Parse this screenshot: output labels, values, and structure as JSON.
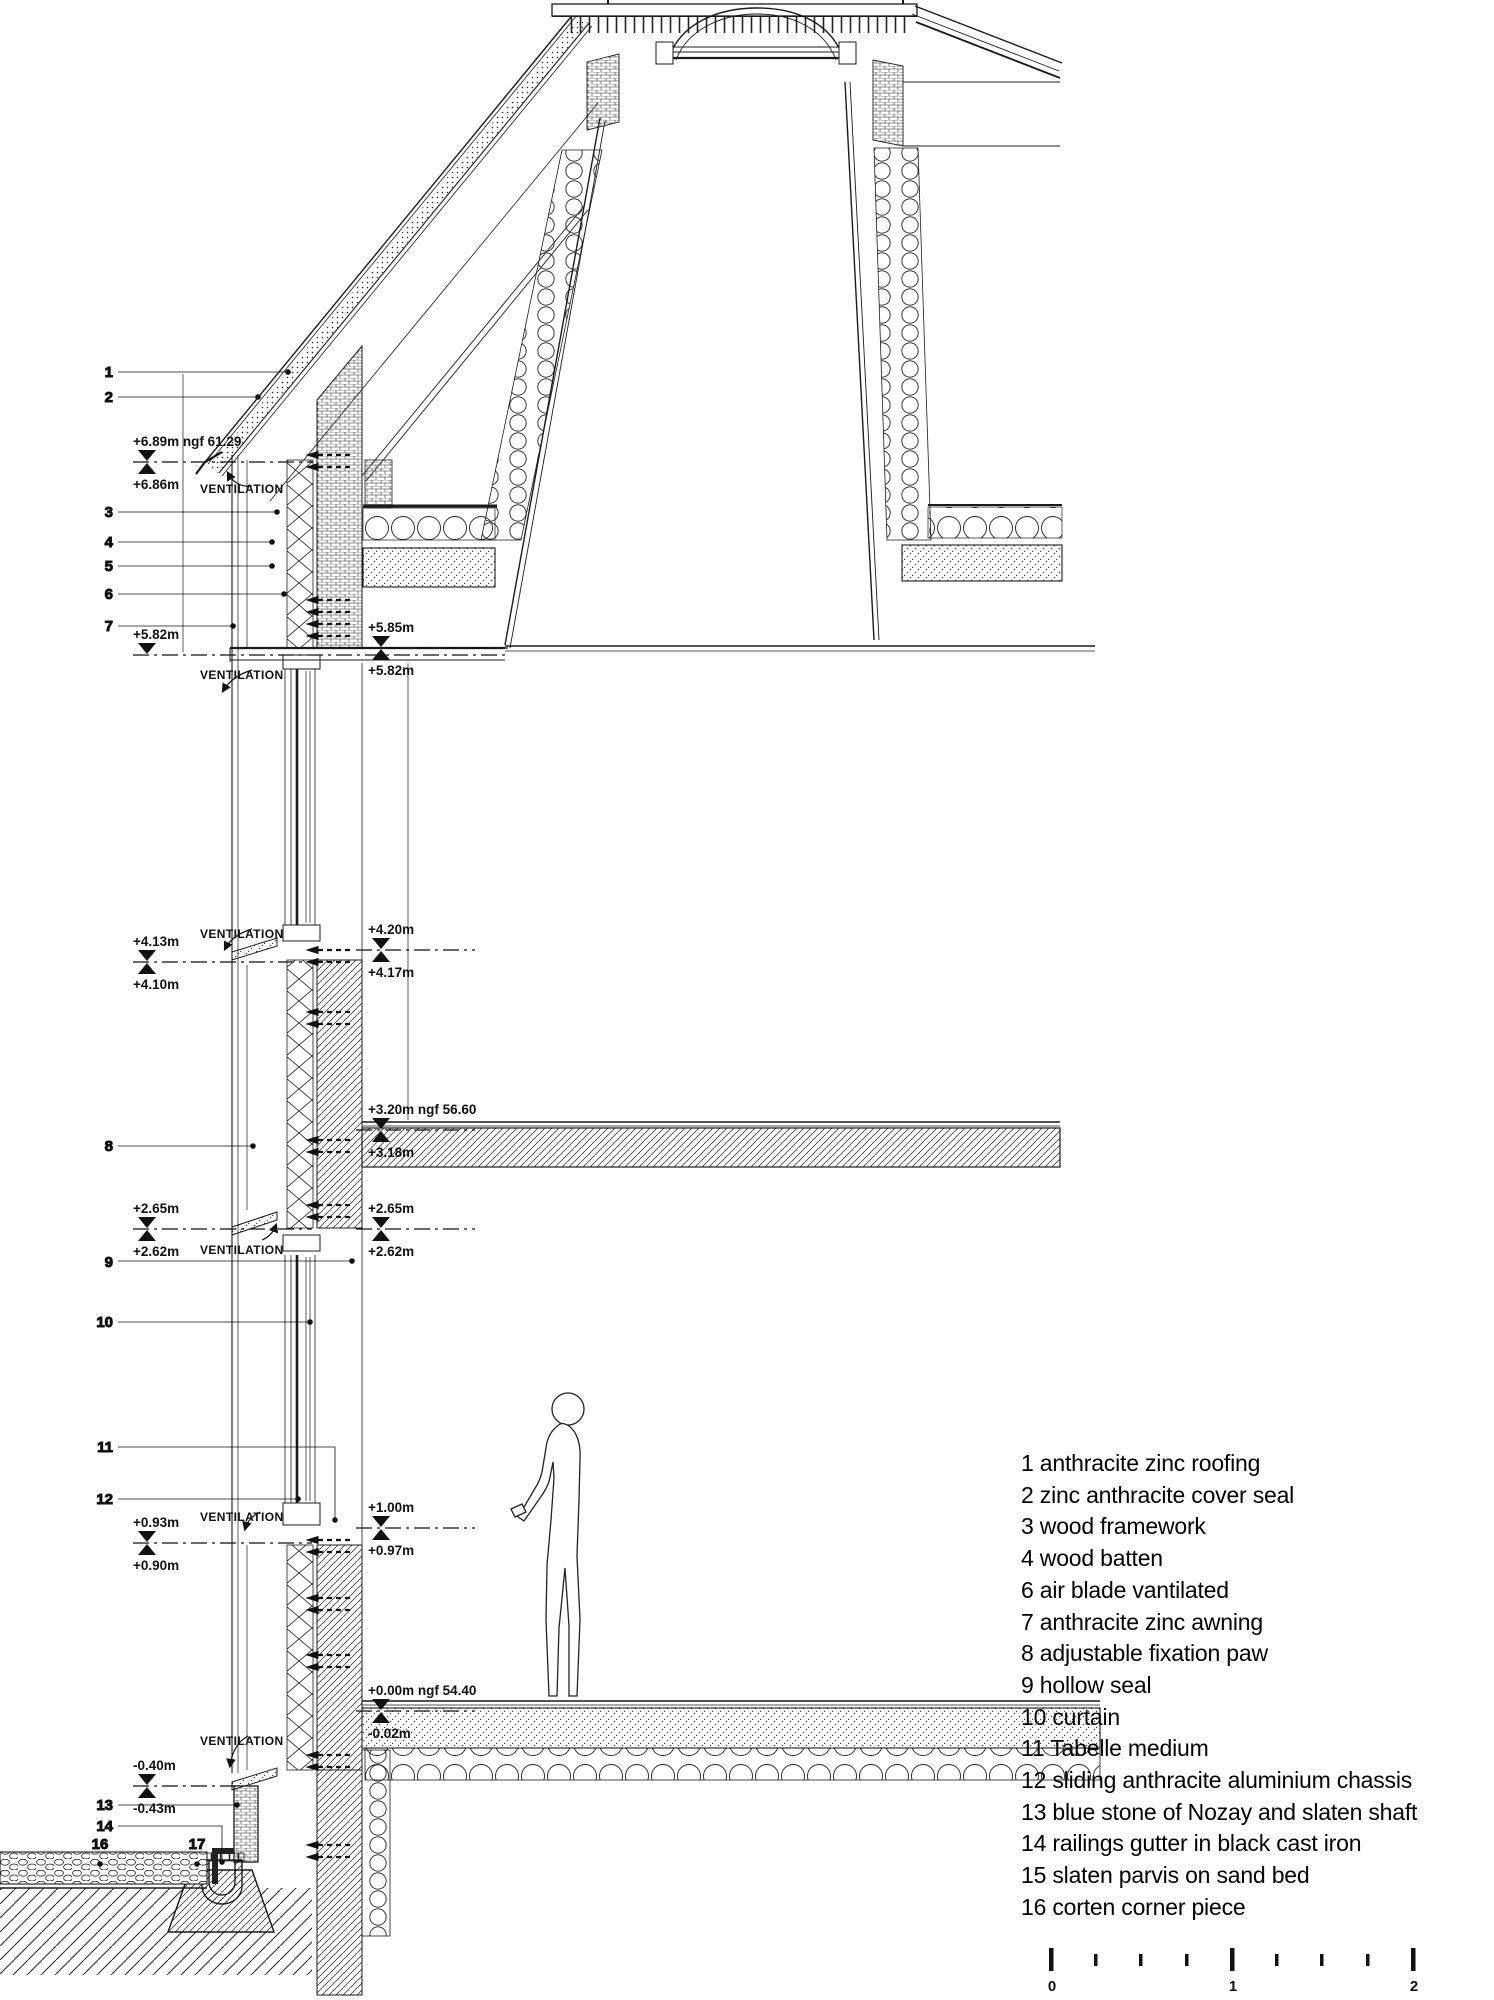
{
  "ventilation": "VENTILATION",
  "levels": {
    "left": [
      "+6.89m ngf 61.29",
      "+6.86m",
      "+5.82m",
      "+4.13m",
      "+4.10m",
      "+2.65m",
      "+2.62m",
      "+0.93m",
      "+0.90m",
      "-0.40m",
      "-0.43m"
    ],
    "right": [
      "+5.85m",
      "+5.82m",
      "+4.20m",
      "+4.17m",
      "+3.20m ngf 56.60",
      "+3.18m",
      "+2.65m",
      "+2.62m",
      "+1.00m",
      "+0.97m",
      "+0.00m ngf 54.40",
      "-0.02m"
    ]
  },
  "callouts": [
    "1",
    "2",
    "3",
    "4",
    "5",
    "6",
    "7",
    "8",
    "9",
    "10",
    "11",
    "12",
    "13",
    "14",
    "16",
    "17"
  ],
  "legend": {
    "items": [
      "1 anthracite zinc roofing",
      "2 zinc anthracite cover seal",
      "3 wood framework",
      "4 wood batten",
      "6 air blade vantilated",
      "7 anthracite zinc awning",
      "8 adjustable fixation paw",
      "9 hollow seal",
      "10 curtain",
      "11 Tabelle medium",
      "12 sliding anthracite aluminium chassis",
      "13 blue stone of Nozay and slaten shaft",
      "14 railings gutter in black cast iron",
      "15 slaten parvis on sand bed",
      "16 corten corner piece"
    ]
  },
  "scale": {
    "labels": [
      "0",
      "1",
      "2"
    ]
  }
}
